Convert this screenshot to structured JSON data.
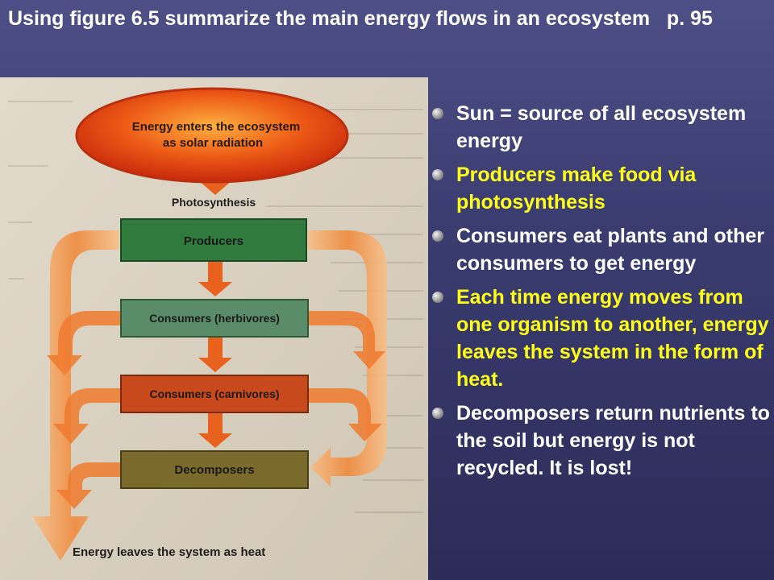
{
  "slide": {
    "title": "Using figure 6.5 summarize the main energy flows in an ecosystem   p. 95"
  },
  "figure": {
    "sun_label_line1": "Energy enters the ecosystem",
    "sun_label_line2": "as solar radiation",
    "process_label": "Photosynthesis",
    "boxes": [
      {
        "label": "Producers",
        "color": "#2f7a3c"
      },
      {
        "label": "Consumers (herbivores)",
        "color": "#5a8c6a"
      },
      {
        "label": "Consumers (carnivores)",
        "color": "#c84a1c"
      },
      {
        "label": "Decomposers",
        "color": "#7a6a2c"
      }
    ],
    "footer_label": "Energy leaves the system as heat"
  },
  "bullets": [
    {
      "text": "Sun = source of all ecosystem energy",
      "color": "white"
    },
    {
      "text": "Producers make food via photosynthesis",
      "color": "yellow"
    },
    {
      "text": "Consumers eat plants and other consumers to get energy",
      "color": "white"
    },
    {
      "text": "Each time energy moves from one organism to another, energy leaves the system in the form of heat.",
      "color": "yellow"
    },
    {
      "text": "Decomposers return nutrients to the soil but energy is not recycled. It is lost!",
      "color": "white"
    }
  ]
}
